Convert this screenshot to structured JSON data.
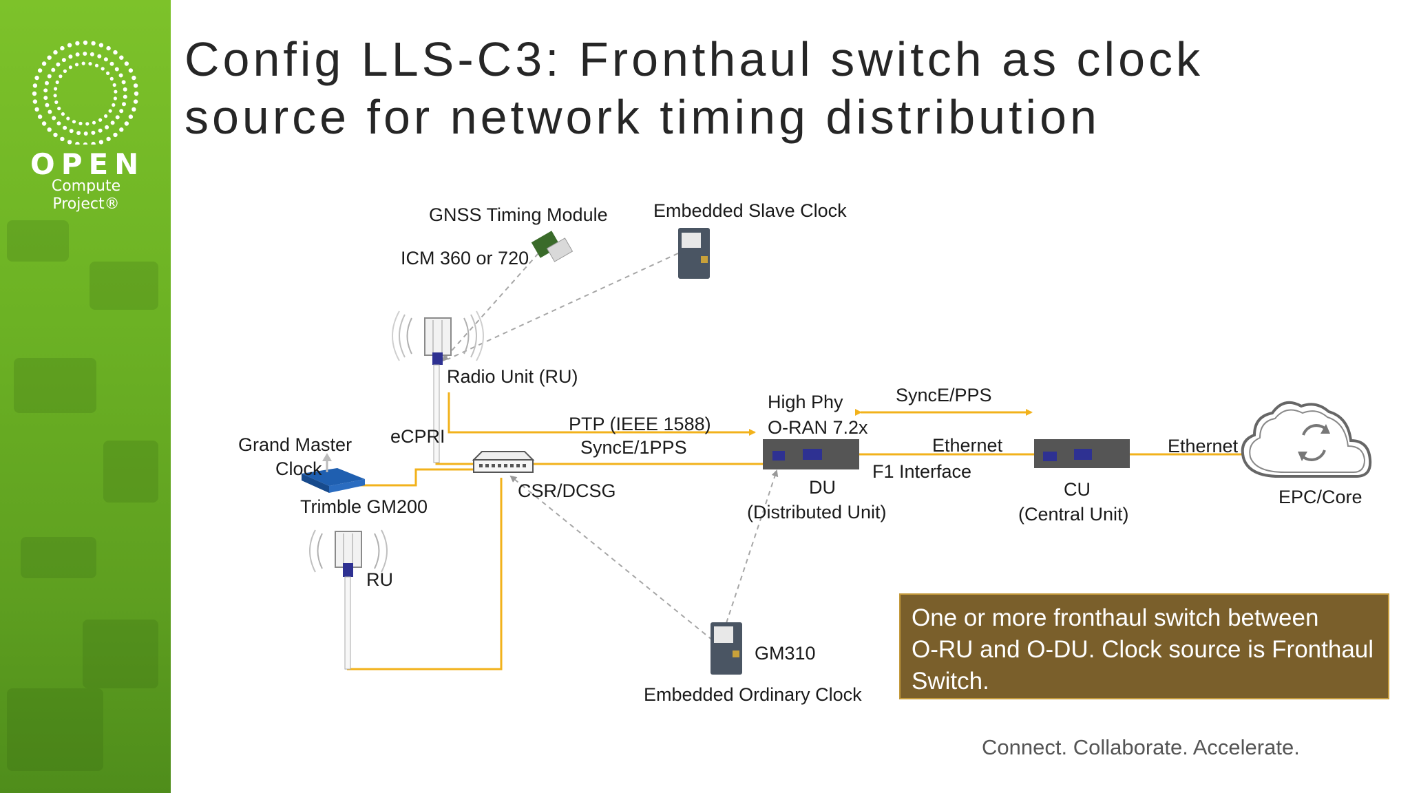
{
  "brand": {
    "word": "OPEN",
    "line1": "Compute",
    "line2": "Project®"
  },
  "title": {
    "line1": "Config LLS-C3: Fronthaul switch as clock",
    "line2": "source for network timing distribution"
  },
  "labels": {
    "gnss": "GNSS Timing Module",
    "icm": "ICM 360 or 720",
    "esc": "Embedded Slave Clock",
    "ru_main": "Radio Unit (RU)",
    "high_phy": "High Phy",
    "oran": "O-RAN 7.2x",
    "synce_pps": "SyncE/PPS",
    "ptp": "PTP (IEEE 1588)",
    "synce_1pps": "SyncE/1PPS",
    "ecpri": "eCPRI",
    "gm_line1": "Grand Master",
    "gm_line2": "Clock",
    "trimble": "Trimble GM200",
    "csr": "CSR/DCSG",
    "ethernet1": "Ethernet",
    "f1": "F1 Interface",
    "ethernet2": "Ethernet",
    "du": "DU",
    "du_full": "(Distributed Unit)",
    "cu": "CU",
    "cu_full": "(Central Unit)",
    "epc": "EPC/Core",
    "ru_small": "RU",
    "gm310": "GM310",
    "eoc": "Embedded Ordinary Clock"
  },
  "callout": {
    "line1": "One or more fronthaul switch between",
    "line2": "O-RU and O-DU. Clock source is Fronthaul",
    "line3": "Switch."
  },
  "footer": "Connect. Collaborate. Accelerate.",
  "colors": {
    "sidebar_green": "#6cb224",
    "link_yellow": "#f2b21b",
    "callout_bg": "#7a5f2b",
    "callout_border": "#c49a3c",
    "dashed_gray": "#a6a6a6",
    "unit_gray": "#555555"
  }
}
